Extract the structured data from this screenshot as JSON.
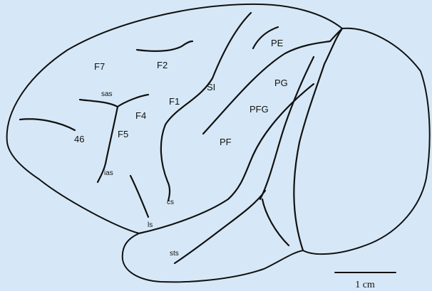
{
  "diagram": {
    "area_labels": {
      "F7": "F7",
      "F2": "F2",
      "PE": "PE",
      "SI": "SI",
      "F1": "F1",
      "PG": "PG",
      "F4": "F4",
      "PFG": "PFG",
      "F5": "F5",
      "n46": "46",
      "PF": "PF"
    },
    "sulcus_labels": {
      "sas": "sas",
      "ias": "ias",
      "cs": "cs",
      "ls": "ls",
      "sts": "sts"
    },
    "scale_bar": {
      "label": "1 cm"
    }
  }
}
